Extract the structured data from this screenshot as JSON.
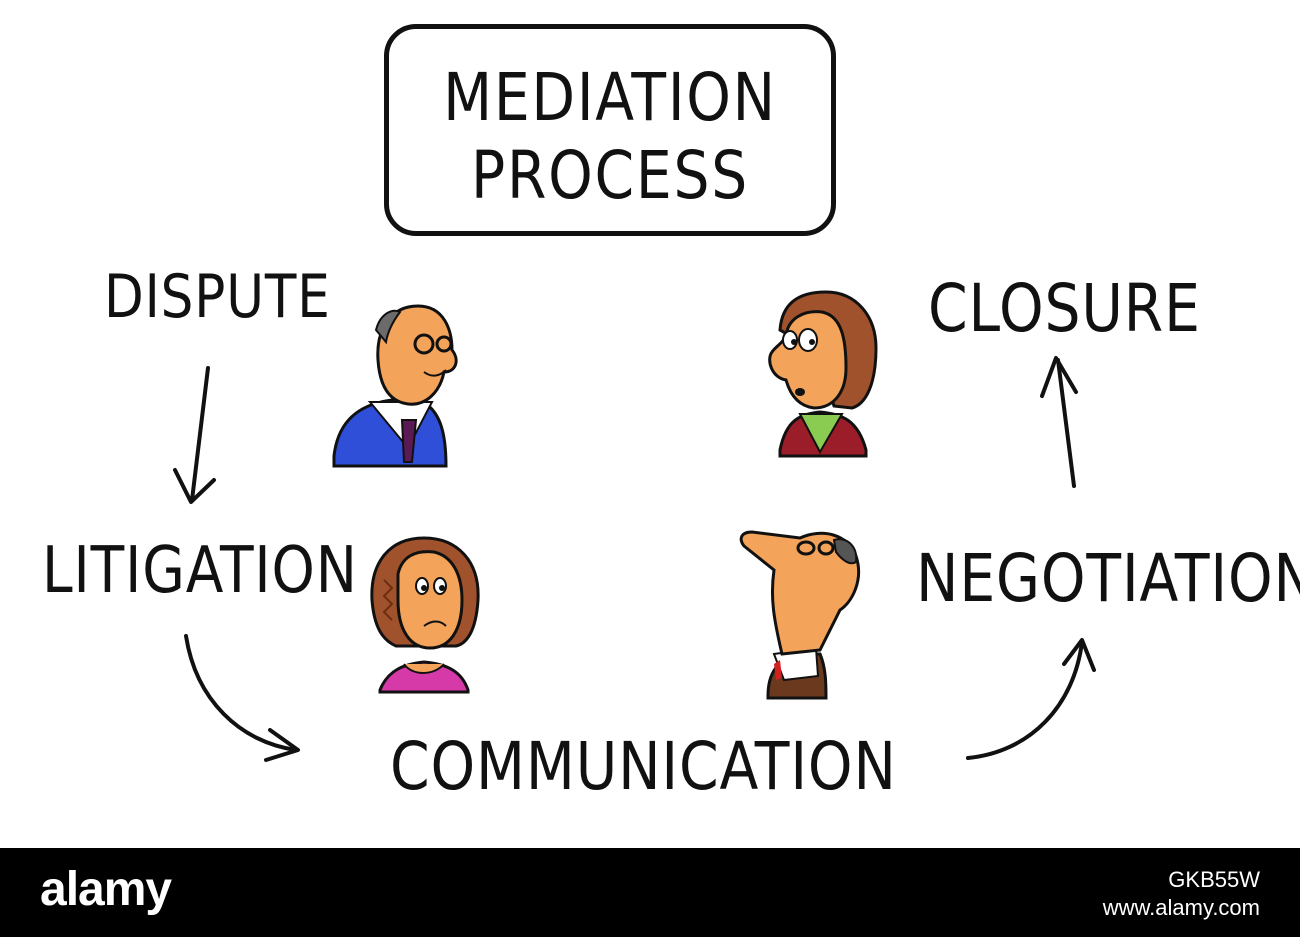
{
  "title": {
    "line1": "MEDIATION",
    "line2": "PROCESS"
  },
  "steps": {
    "dispute": "DISPUTE",
    "litigation": "LITIGATION",
    "communication": "COMMUNICATION",
    "negotiation": "NEGOTIATION",
    "closure": "CLOSURE"
  },
  "characters": [
    {
      "name": "bald-man-glasses",
      "shirt_color": "#2f4fd8"
    },
    {
      "name": "woman-brown-hair-worried",
      "shirt_color": "#9b1d2a"
    },
    {
      "name": "woman-brown-hair-frowning",
      "shirt_color": "#d63aa8"
    },
    {
      "name": "man-glasses-looking-up",
      "shirt_color": "#6b3a1e"
    }
  ],
  "footer": {
    "logo": "alamy",
    "image_id": "GKB55W",
    "site": "www.alamy.com"
  }
}
